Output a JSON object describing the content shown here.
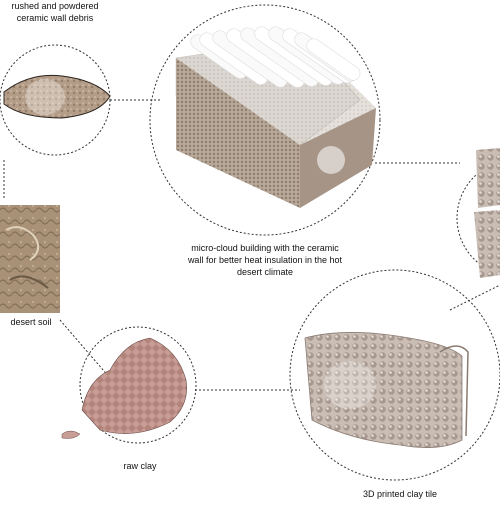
{
  "labels": {
    "debris_line1": "rushed and powdered",
    "debris_line2": "ceramic wall debris",
    "building": "micro-cloud building with the ceramic wall for better heat insulation in the hot desert climate",
    "soil": "desert soil",
    "clay": "raw clay",
    "tile": "3D printed clay tile"
  },
  "colors": {
    "connector": "#333333",
    "background": "#ffffff",
    "ceramic": "#c5b5a5",
    "clay": "#c49b94",
    "soil": "#a68d72",
    "tile": "#b9aba2",
    "cloud": "#f4f4f4"
  }
}
